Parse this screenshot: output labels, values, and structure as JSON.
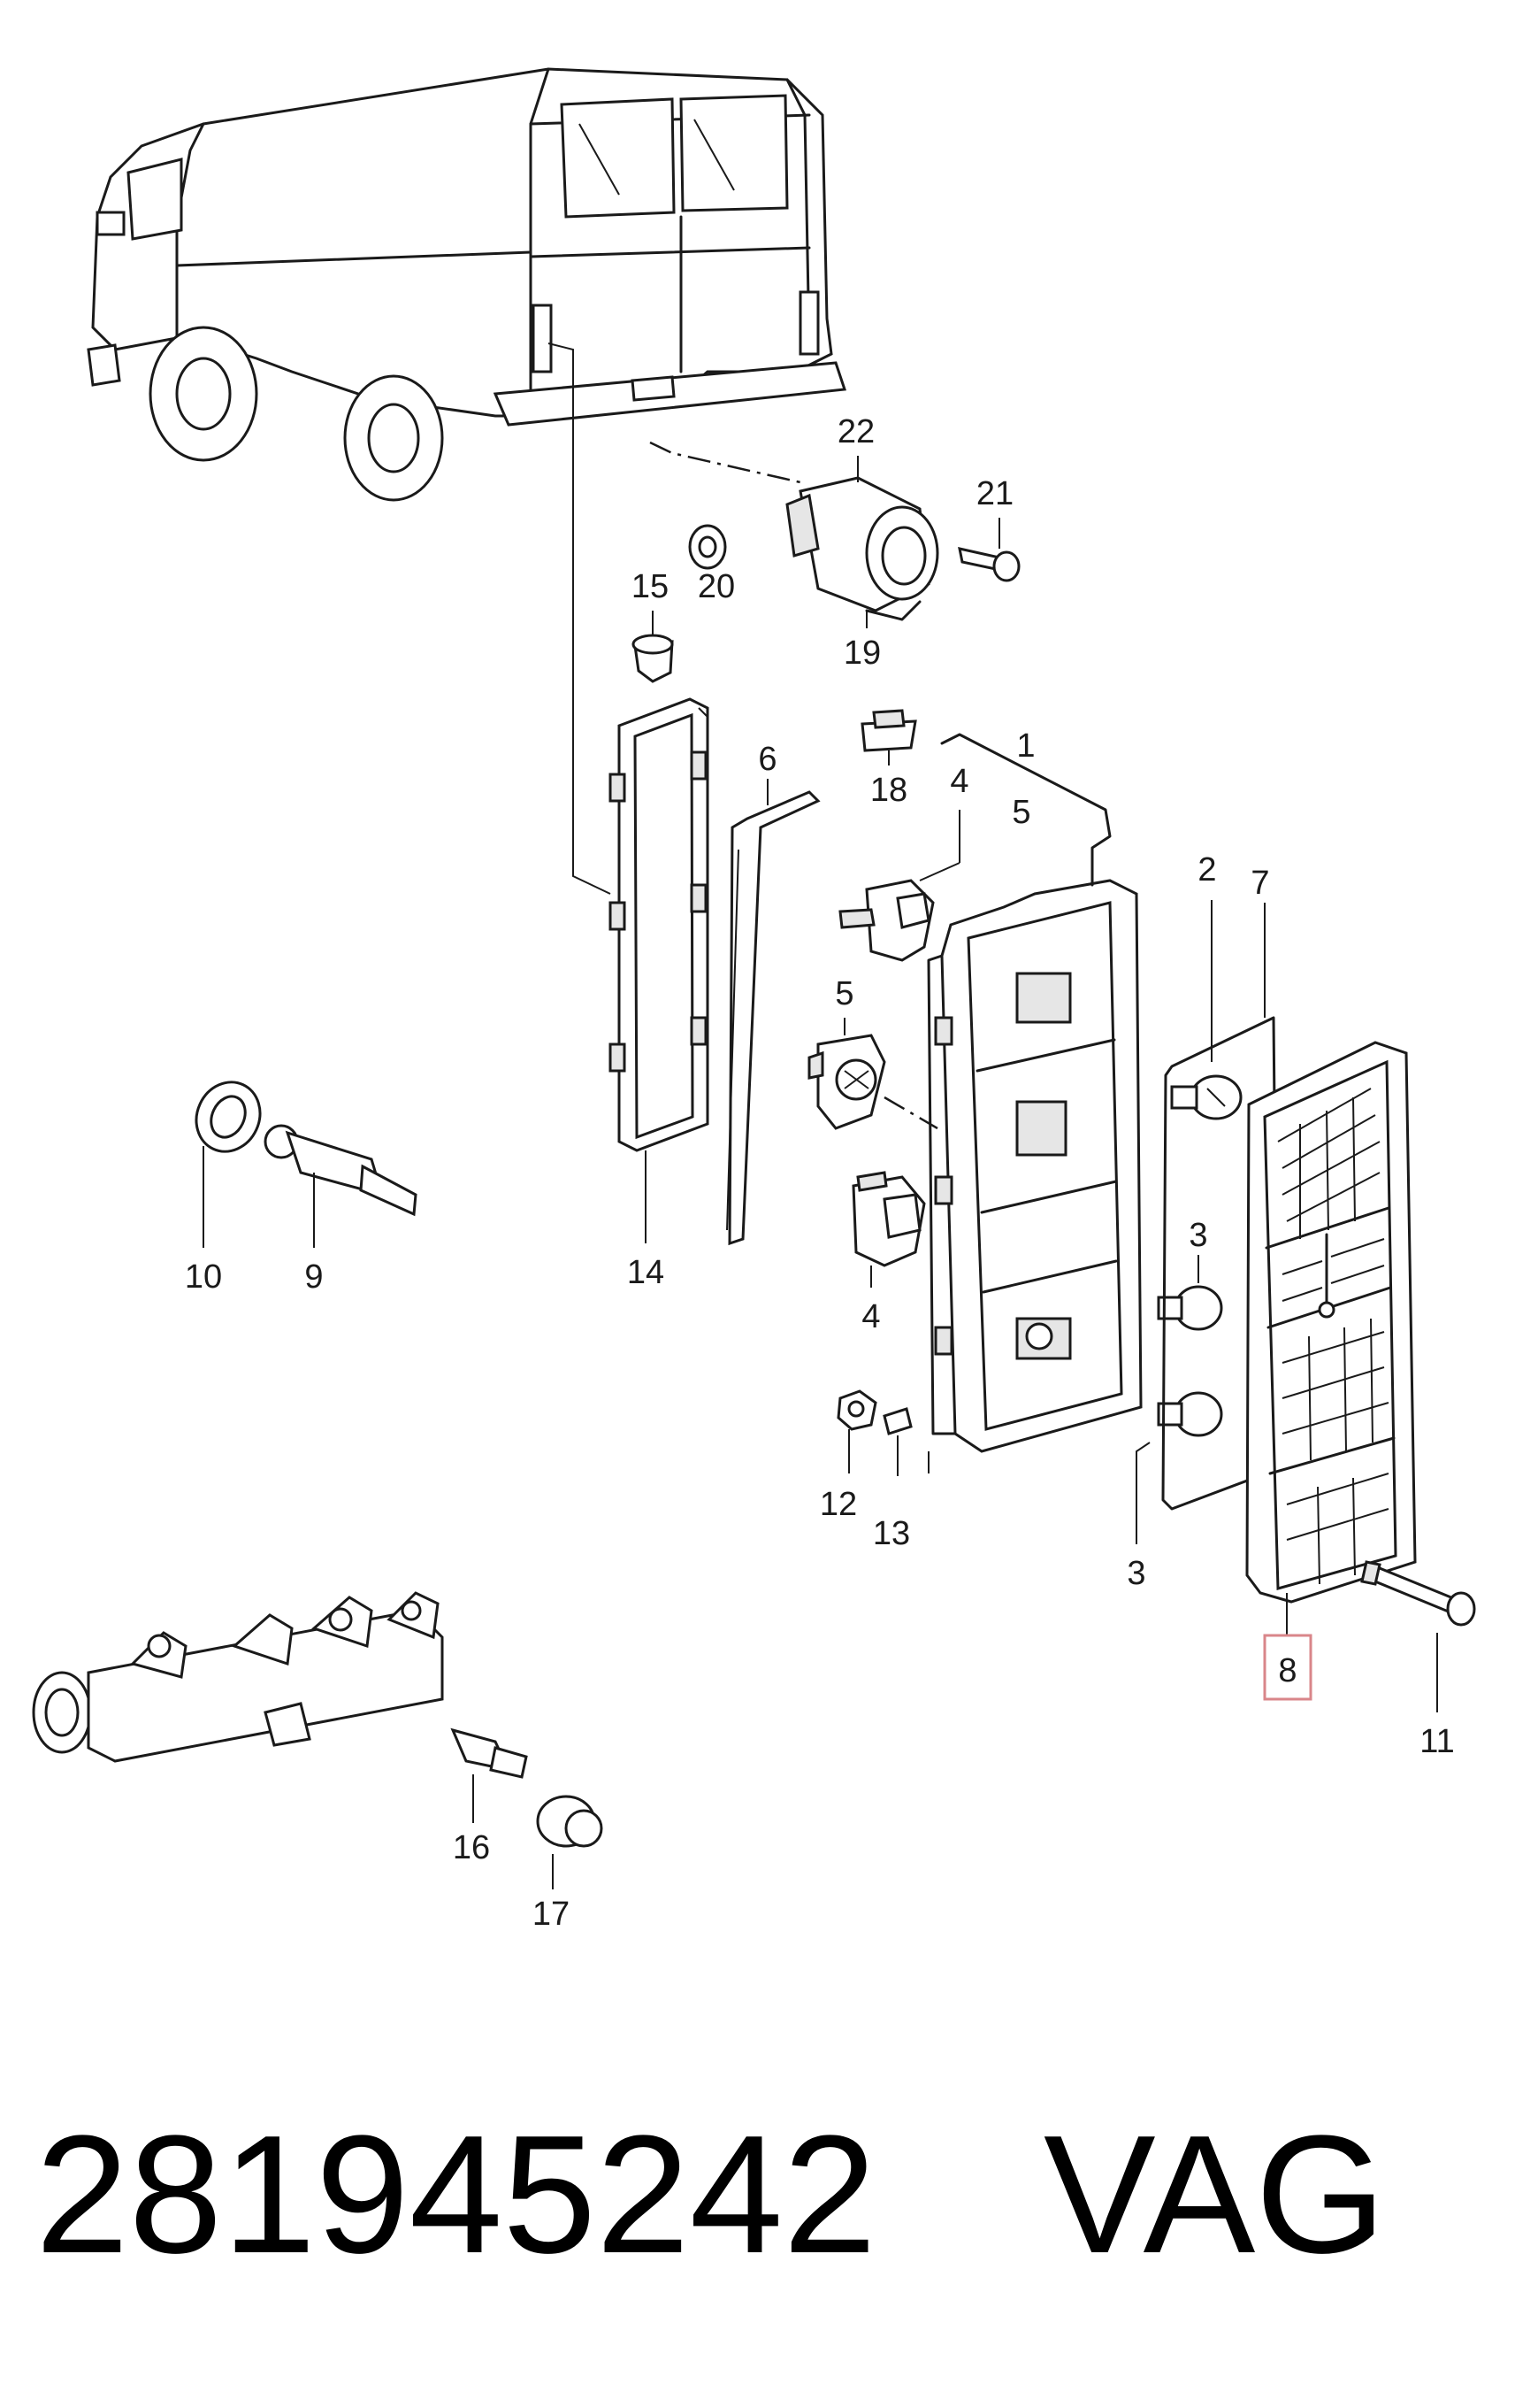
{
  "part_number": "281945242",
  "brand": "VAG",
  "highlighted_callout": "8",
  "callouts": {
    "c1": "1",
    "c2": "2",
    "c3a": "3",
    "c3b": "3",
    "c4a": "4",
    "c4b": "4",
    "c5a": "5",
    "c5b": "5",
    "c6": "6",
    "c7": "7",
    "c8": "8",
    "c9": "9",
    "c10": "10",
    "c11": "11",
    "c12": "12",
    "c13": "13",
    "c14": "14",
    "c15": "15",
    "c16": "16",
    "c17": "17",
    "c18": "18",
    "c19": "19",
    "c20": "20",
    "c21": "21",
    "c22": "22"
  }
}
